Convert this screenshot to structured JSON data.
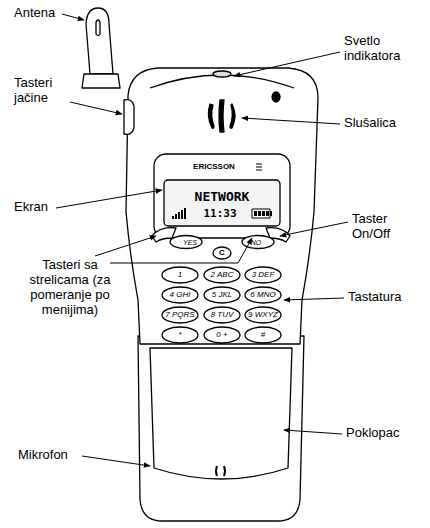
{
  "diagram": {
    "labels": [
      "Antena",
      "Svetlo indikatora",
      "Tasteri jačine",
      "Slušalica",
      "Ekran",
      "Taster On/Off",
      "Tasteri sa strelicama (za pomeranje po menijima)",
      "Tastatura",
      "Mikrofon",
      "Poklopac",
      "ERICSSON",
      "NETWORK",
      "11:33",
      "YES",
      "C",
      "NO",
      "1",
      "2 ABC",
      "3 DEF",
      "4 GHI",
      "5 JKL",
      "6 MNO",
      "7 PQRS",
      "8 TUV",
      "9 WXYZ",
      "*",
      "0 +",
      "#"
    ]
  }
}
